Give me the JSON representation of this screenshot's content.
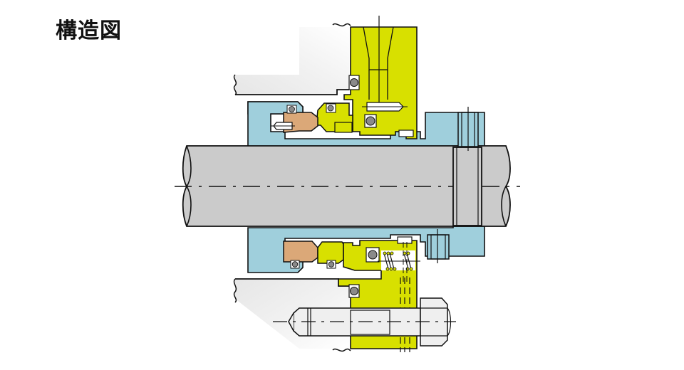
{
  "title": "構造図",
  "diagram": {
    "type": "mechanical-seal-cross-section",
    "colors": {
      "shaft": "#cbcbcb",
      "sleeve_housing": "#9fcfdc",
      "gland": "#d8e000",
      "seat_ring": "#dba878",
      "oring": "#8a8a8a",
      "casing_fade": "#e8e8e8",
      "line": "#111111",
      "white": "#ffffff"
    },
    "components": [
      {
        "id": "shaft",
        "label": "shaft"
      },
      {
        "id": "sleeve",
        "label": "sleeve"
      },
      {
        "id": "gland-plate",
        "label": "gland plate"
      },
      {
        "id": "stationary-ring",
        "label": "stationary ring"
      },
      {
        "id": "rotating-ring",
        "label": "rotating ring"
      },
      {
        "id": "springs",
        "label": "springs"
      },
      {
        "id": "o-rings",
        "label": "O-rings"
      },
      {
        "id": "set-screw-collar",
        "label": "set screw collar"
      },
      {
        "id": "stud-bolt-nut",
        "label": "stud bolt and nut"
      },
      {
        "id": "pump-casing",
        "label": "pump casing"
      }
    ]
  }
}
